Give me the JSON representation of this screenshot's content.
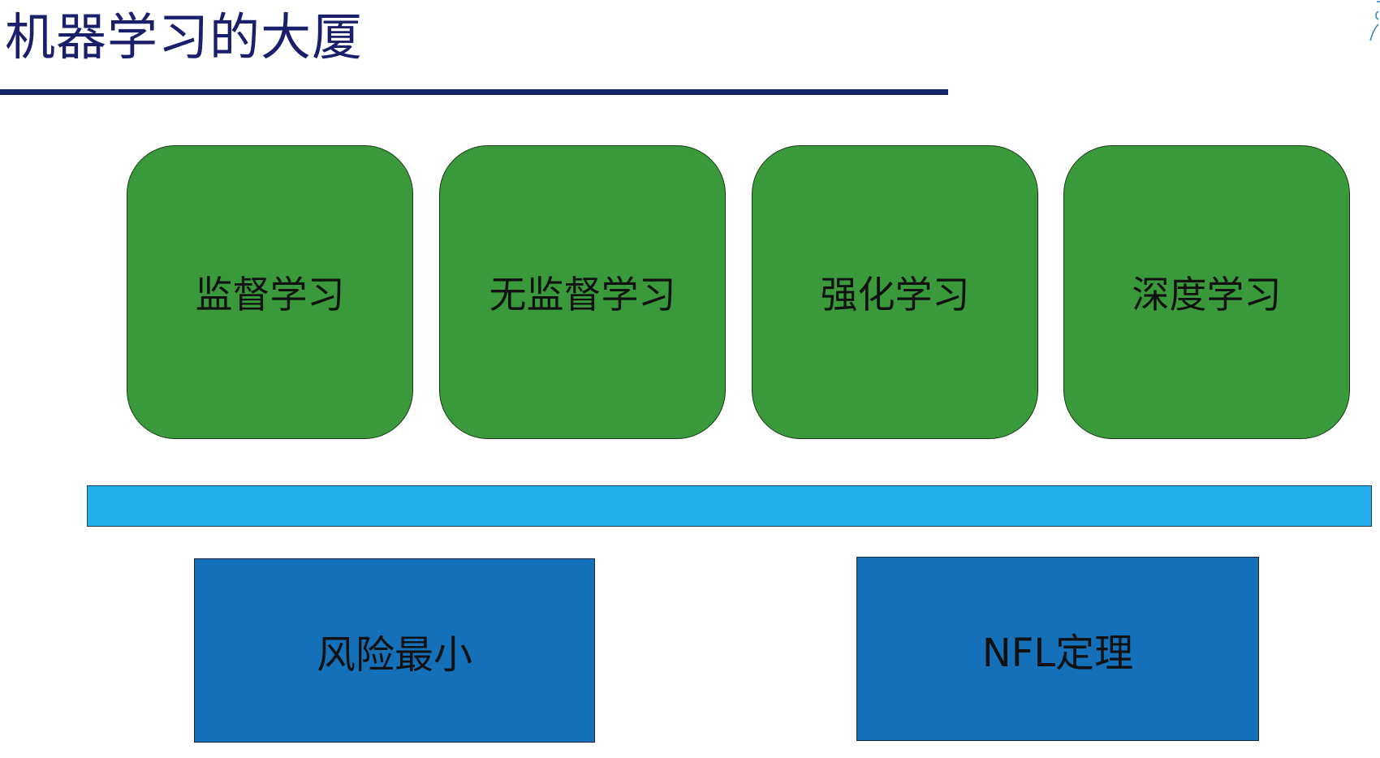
{
  "slide": {
    "title": "机器学习的大厦"
  },
  "pillars": [
    {
      "label": "监督学习"
    },
    {
      "label": "无监督学习"
    },
    {
      "label": "强化学习"
    },
    {
      "label": "深度学习"
    }
  ],
  "foundations": [
    {
      "label": "风险最小"
    },
    {
      "label": "NFL定理"
    }
  ],
  "colors": {
    "title_text": "#1a1f6b",
    "title_rule": "#14256a",
    "pillar_fill": "#3a993a",
    "beam_fill": "#22aeea",
    "foundation_fill": "#1570ba"
  }
}
